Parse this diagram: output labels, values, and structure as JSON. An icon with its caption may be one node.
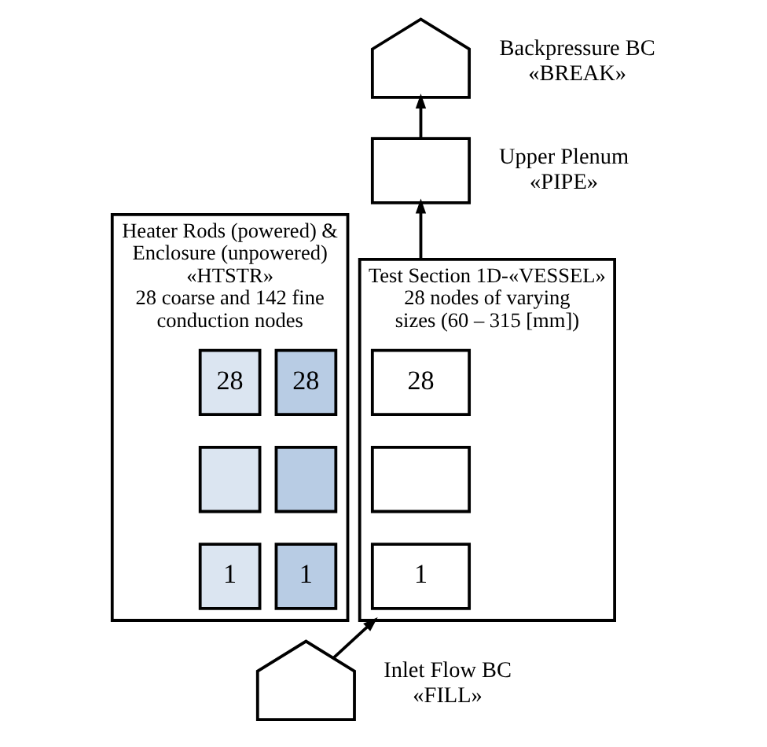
{
  "diagram": {
    "nodes": [
      {
        "text": [],
        "shape": "house",
        "beside": [
          "Backpressure BC «BREAK»"
        ]
      },
      {
        "text": [],
        "shape": "box",
        "beside": [
          "Upper Plenum «PIPE»"
        ]
      },
      {
        "text": [
          "Heater Rods (powered) & Enclosure (unpowered) «HTSTR»",
          "28 coarse and 142 fine conduction nodes"
        ]
      },
      {
        "text": [
          "28"
        ],
        "in": 2
      },
      {
        "text": [
          "28"
        ],
        "in": 2
      },
      {
        "text": [],
        "shape": "box",
        "in": 2
      },
      {
        "text": [],
        "shape": "box",
        "in": 2
      },
      {
        "text": [
          "1"
        ],
        "in": 2
      },
      {
        "text": [
          "1"
        ],
        "in": 2
      },
      {
        "text": [
          "Test Section 1D-«VESSEL»",
          "28 nodes of varying sizes (60 – 315 [mm])"
        ]
      },
      {
        "text": [
          "28"
        ],
        "in": 9
      },
      {
        "text": [],
        "shape": "box",
        "in": 9
      },
      {
        "text": [
          "1"
        ],
        "in": 9
      },
      {
        "text": [],
        "shape": "house",
        "beside": [
          "Inlet Flow BC «FILL»"
        ]
      }
    ],
    "edges": [
      {
        "from": 13,
        "to": 12,
        "arrow": "to"
      },
      {
        "from": 10,
        "to": 1,
        "arrow": "to"
      },
      {
        "from": 1,
        "to": 0,
        "arrow": "to"
      }
    ]
  }
}
